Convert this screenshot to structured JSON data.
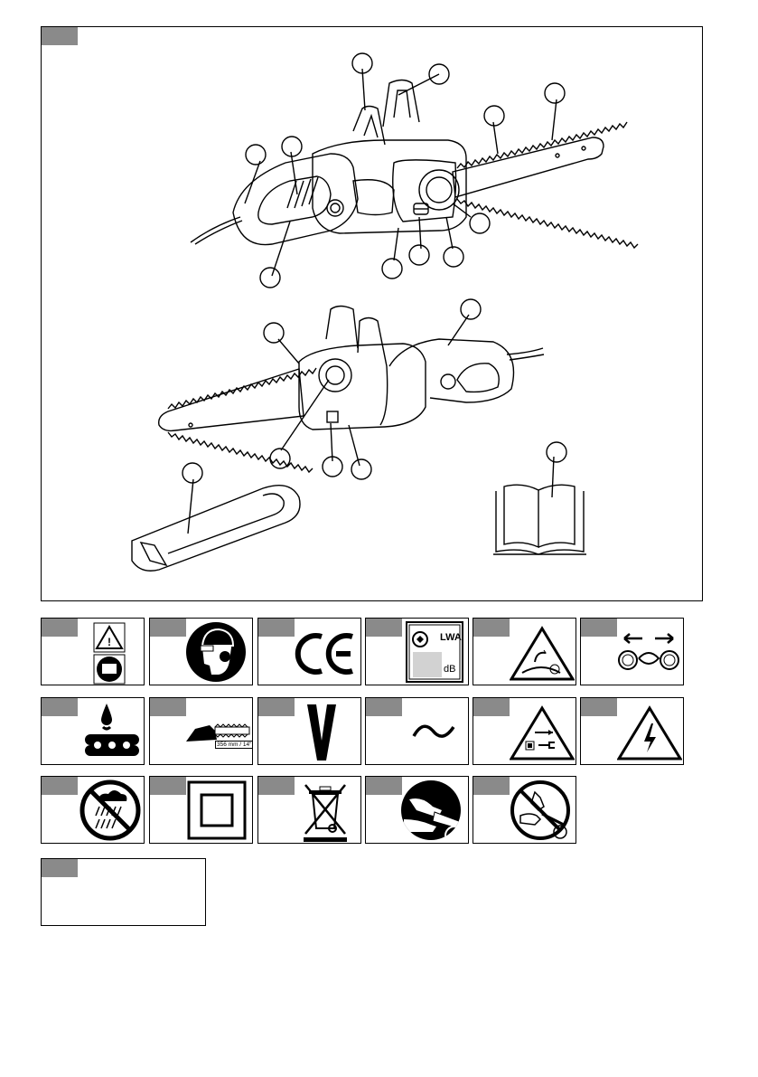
{
  "figure": {
    "callouts": [
      "",
      "",
      "",
      "",
      "",
      "",
      "",
      "",
      "",
      "",
      "",
      "",
      "",
      "",
      "",
      "",
      "",
      "",
      ""
    ]
  },
  "symbols": {
    "sound_level_unit": "dB",
    "sound_level_label": "LWA",
    "chain_bar_label": "356 mm / 14\""
  },
  "colors": {
    "tag_gray": "#8a8a8a",
    "line": "#000000",
    "light_gray": "#d2d2d2"
  }
}
